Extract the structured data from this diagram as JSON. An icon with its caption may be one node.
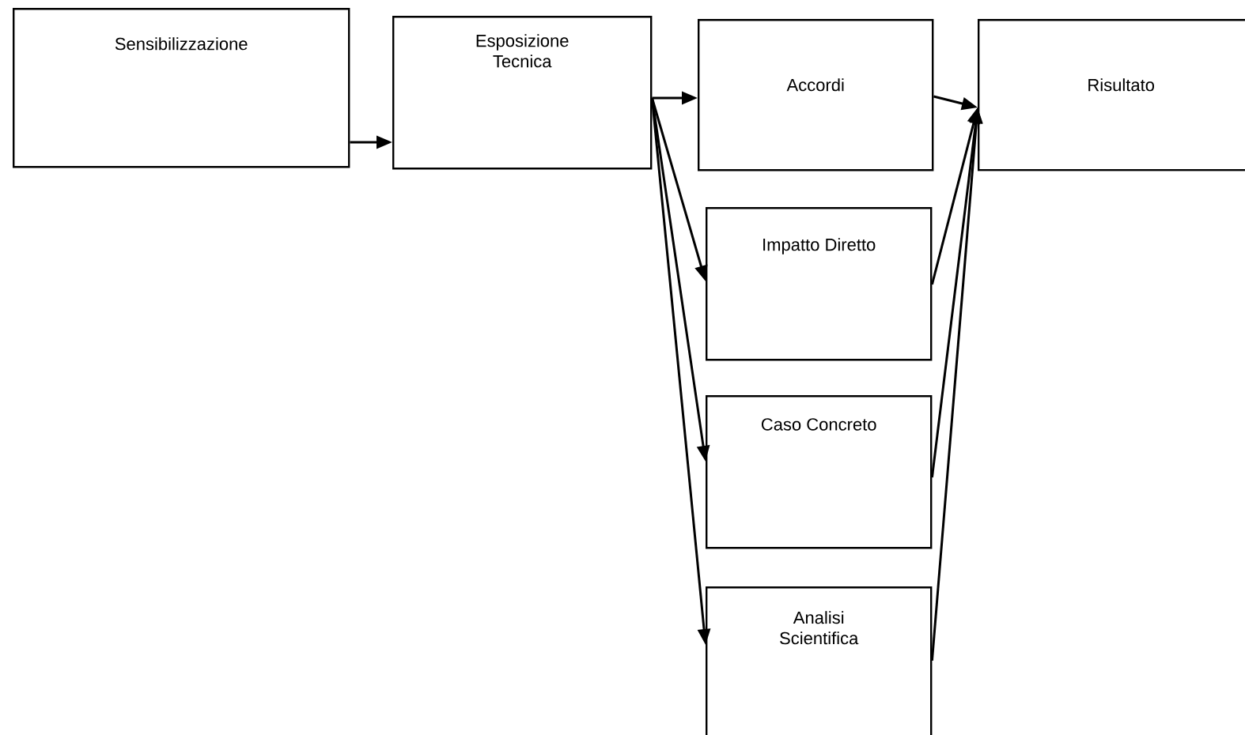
{
  "diagram": {
    "nodes": [
      {
        "text": [
          "Sensibilizzazione"
        ]
      },
      {
        "text": [
          "Esposizione Tecnica"
        ]
      },
      {
        "text": [
          "Accordi"
        ]
      },
      {
        "text": [
          "Impatto Diretto"
        ]
      },
      {
        "text": [
          "Caso Concreto"
        ]
      },
      {
        "text": [
          "Analisi Scientifica"
        ]
      },
      {
        "text": [
          "Risultato"
        ]
      }
    ],
    "edges": [
      {
        "from": 0,
        "to": 1,
        "arrow": "to"
      },
      {
        "from": 1,
        "to": 2,
        "arrow": "to"
      },
      {
        "from": 1,
        "to": 3,
        "arrow": "to"
      },
      {
        "from": 1,
        "to": 4,
        "arrow": "to"
      },
      {
        "from": 1,
        "to": 5,
        "arrow": "to"
      },
      {
        "from": 2,
        "to": 6,
        "arrow": "to"
      },
      {
        "from": 3,
        "to": 6,
        "arrow": "to"
      },
      {
        "from": 4,
        "to": 6,
        "arrow": "to"
      },
      {
        "from": 5,
        "to": 6,
        "arrow": "to"
      }
    ]
  }
}
